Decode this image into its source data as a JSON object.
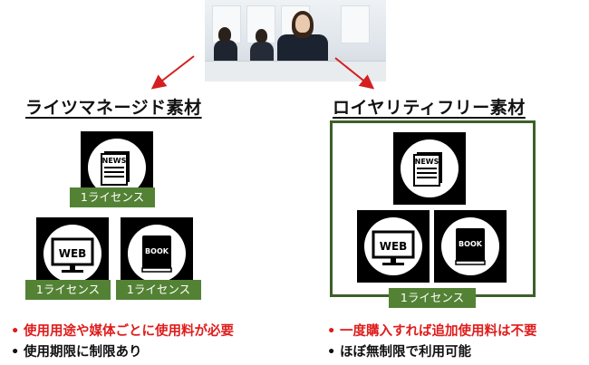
{
  "left": {
    "title": "ライツマネージド素材",
    "license_label": "1ライセンス",
    "bullets": [
      {
        "text": "使用用途や媒体ごとに使用料が必要",
        "color": "#e01b1b"
      },
      {
        "text": "使用期限に制限あり",
        "color": "#111111"
      }
    ]
  },
  "right": {
    "title": "ロイヤリティフリー素材",
    "license_label": "1ライセンス",
    "bullets": [
      {
        "text": "一度購入すれば追加使用料は不要",
        "color": "#e01b1b"
      },
      {
        "text": "ほぼ無制限で利用可能",
        "color": "#111111"
      }
    ]
  },
  "icons": {
    "news_label": "NEWS",
    "web_label": "WEB",
    "book_label": "BOOK"
  },
  "bullet_symbol": "•",
  "colors": {
    "license_green": "#548235",
    "frame_green": "#3e5f2a",
    "arrow_red": "#d42020",
    "accent_red": "#e01b1b"
  }
}
